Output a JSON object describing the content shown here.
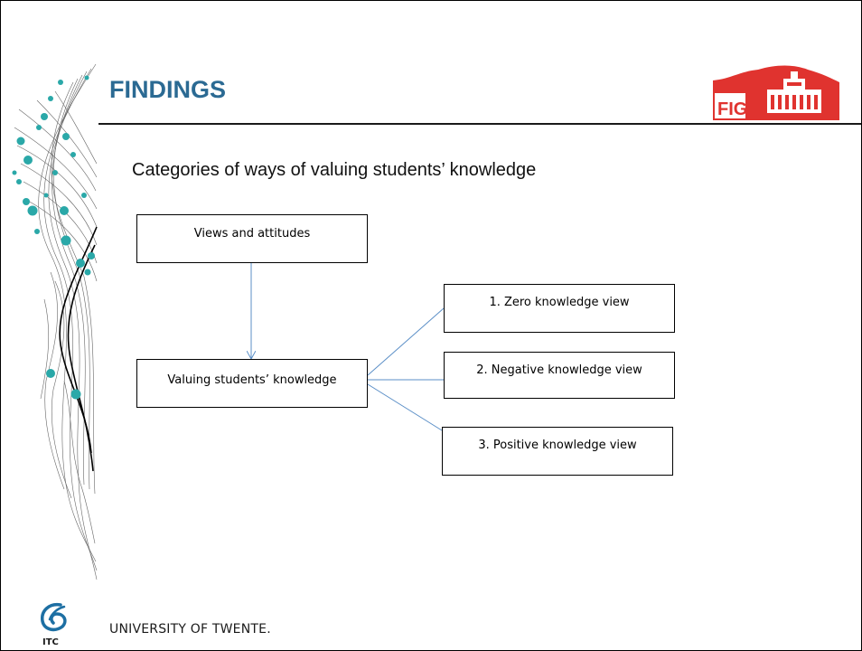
{
  "slide": {
    "title": "FINDINGS",
    "subtitle": "Categories of ways of valuing students’ knowledge"
  },
  "diagram": {
    "top_box": "Views and attitudes",
    "center_box": "Valuing students’ knowledge",
    "categories": [
      "1. Zero knowledge view",
      "2. Negative knowledge view",
      "3. Positive knowledge view"
    ]
  },
  "footer": {
    "university": "UNIVERSITY OF TWENTE.",
    "itc_label": "ITC"
  },
  "fig_logo": {
    "label": "FIG"
  },
  "colors": {
    "title": "#2b6a93",
    "teal_dots": "#2aa8a8",
    "arrow": "#5b8fc7",
    "fig_red": "#e0332f"
  }
}
